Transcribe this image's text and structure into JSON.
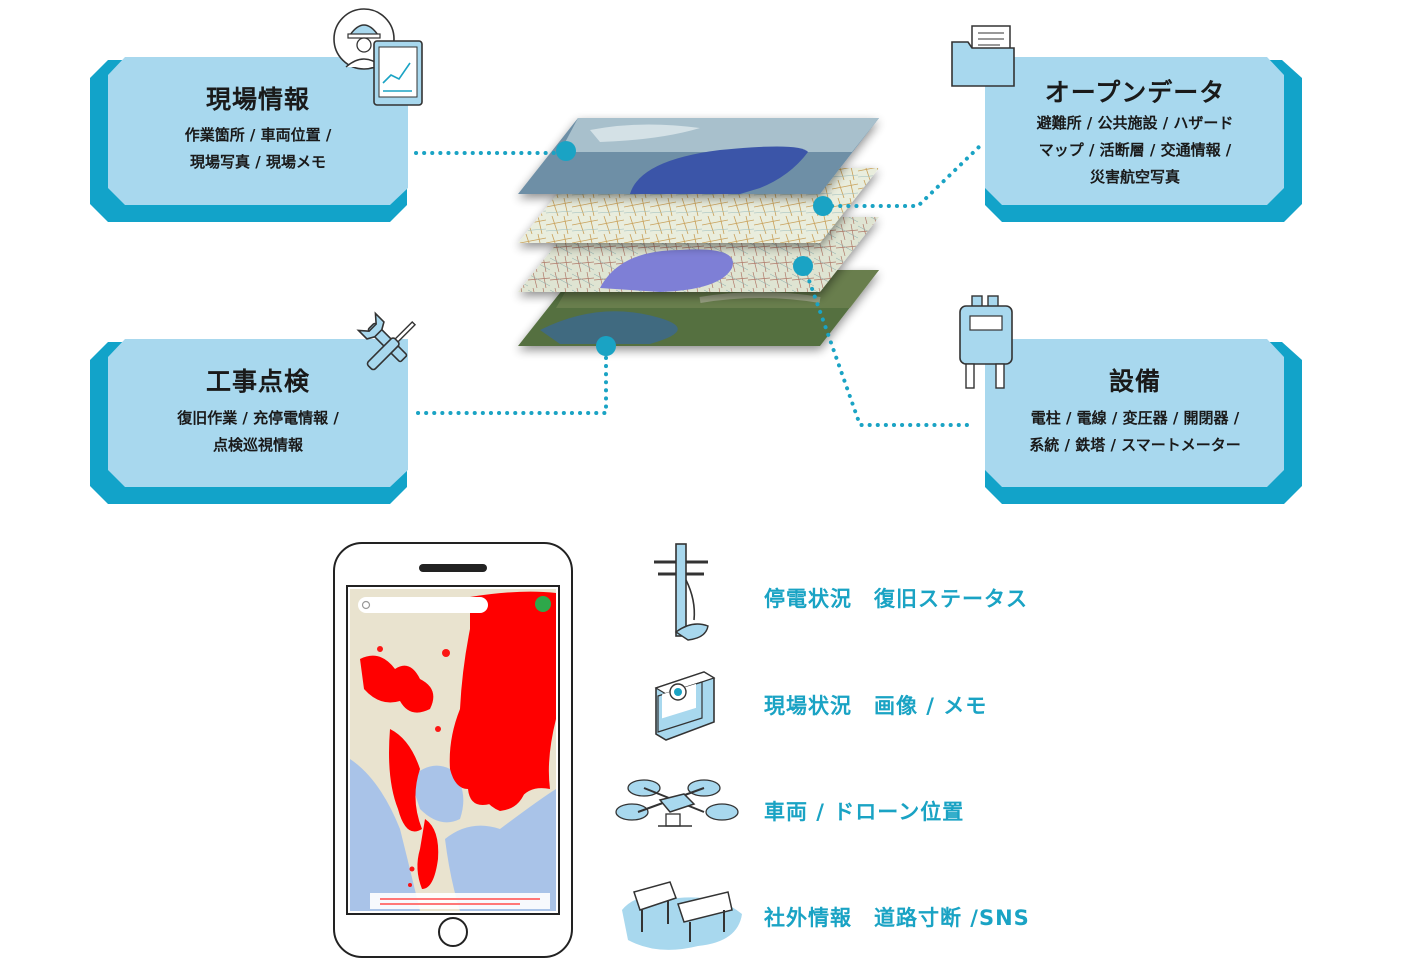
{
  "cards": [
    {
      "title": "現場情報",
      "lines": [
        "作業箇所 / 車両位置 /",
        "現場写真 / 現場メモ"
      ]
    },
    {
      "title": "工事点検",
      "lines": [
        "復旧作業 / 充停電情報 /",
        "点検巡視情報"
      ]
    },
    {
      "title": "オープンデータ",
      "lines": [
        "避難所 / 公共施設 / ハザード",
        "マップ / 活断層 / 交通情報 /",
        "災害航空写真"
      ]
    },
    {
      "title": "設備",
      "lines": [
        "電柱 / 電線 / 変圧器 / 開閉器 /",
        "系統 / 鉄塔 / スマートメーター"
      ]
    }
  ],
  "legend": [
    {
      "icon": "utility-pole-icon",
      "text": "停電状況　復旧ステータス"
    },
    {
      "icon": "camera-icon",
      "text": "現場状況　画像 / メモ"
    },
    {
      "icon": "drone-icon",
      "text": "車両 / ドローン位置"
    },
    {
      "icon": "broken-road-icon",
      "text": "社外情報　道路寸断 /SNS"
    }
  ],
  "colors": {
    "card_fill": "#a8d8ee",
    "card_shadow": "#12a3c9",
    "dot": "#1aa3c4",
    "accent_text": "#1aa3c4",
    "map_red": "#ff0000"
  }
}
